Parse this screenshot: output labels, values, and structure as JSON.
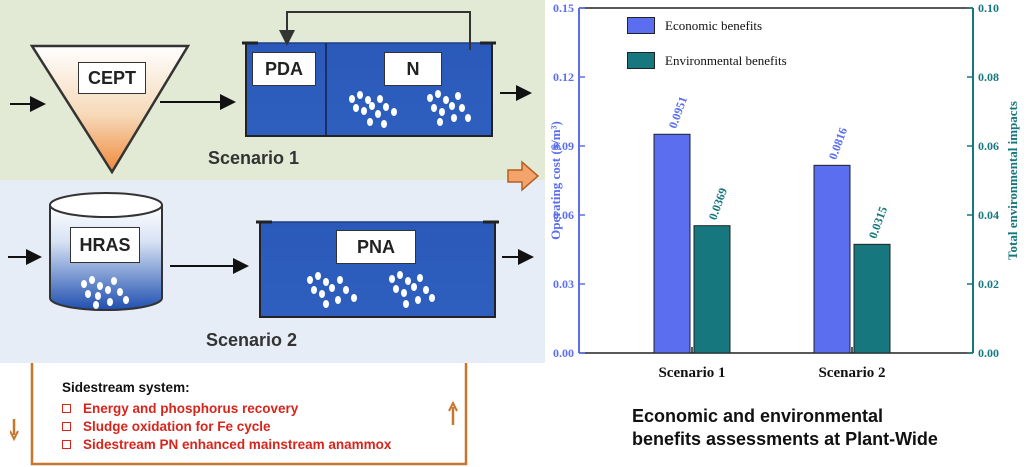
{
  "scenario1": {
    "label": "Scenario 1",
    "cept": "CEPT",
    "pda": "PDA",
    "n": "N"
  },
  "scenario2": {
    "label": "Scenario 2",
    "hras": "HRAS",
    "pna": "PNA"
  },
  "sidestream": {
    "title": "Sidestream system:",
    "items": [
      "Energy and phosphorus recovery",
      "Sludge oxidation for Fe cycle",
      "Sidestream  PN enhanced mainstream anammox"
    ]
  },
  "caption": {
    "line1": "Economic and environmental",
    "line2": "benefits assessments at Plant-Wide"
  },
  "colors": {
    "economic": "#5b6ef0",
    "environmental": "#16787e",
    "tank_blue": "#2f5bb5",
    "sidestream_border": "#c8762e",
    "sidestream_text": "#d8251c"
  },
  "chart_data": {
    "type": "bar",
    "categories": [
      "Scenario 1",
      "Scenario 2"
    ],
    "series": [
      {
        "name": "Economic benefits",
        "axis": "left",
        "values": [
          0.0951,
          0.0816
        ],
        "labels": [
          "0.0951",
          "0.0816"
        ]
      },
      {
        "name": "Environmental benefits",
        "axis": "right",
        "values": [
          0.0369,
          0.0315
        ],
        "labels": [
          "0.0369",
          "0.0315"
        ]
      }
    ],
    "ylabel": "Operating cost ($/m³)",
    "y2label": "Total environmental impacts",
    "ylim": [
      0,
      0.15
    ],
    "y2lim": [
      0,
      0.1
    ],
    "yticks": [
      "0.00",
      "0.03",
      "0.06",
      "0.09",
      "0.12",
      "0.15"
    ],
    "y2ticks": [
      "0.00",
      "0.02",
      "0.04",
      "0.06",
      "0.08",
      "0.10"
    ],
    "legend_position": "top-left",
    "grid": false
  }
}
